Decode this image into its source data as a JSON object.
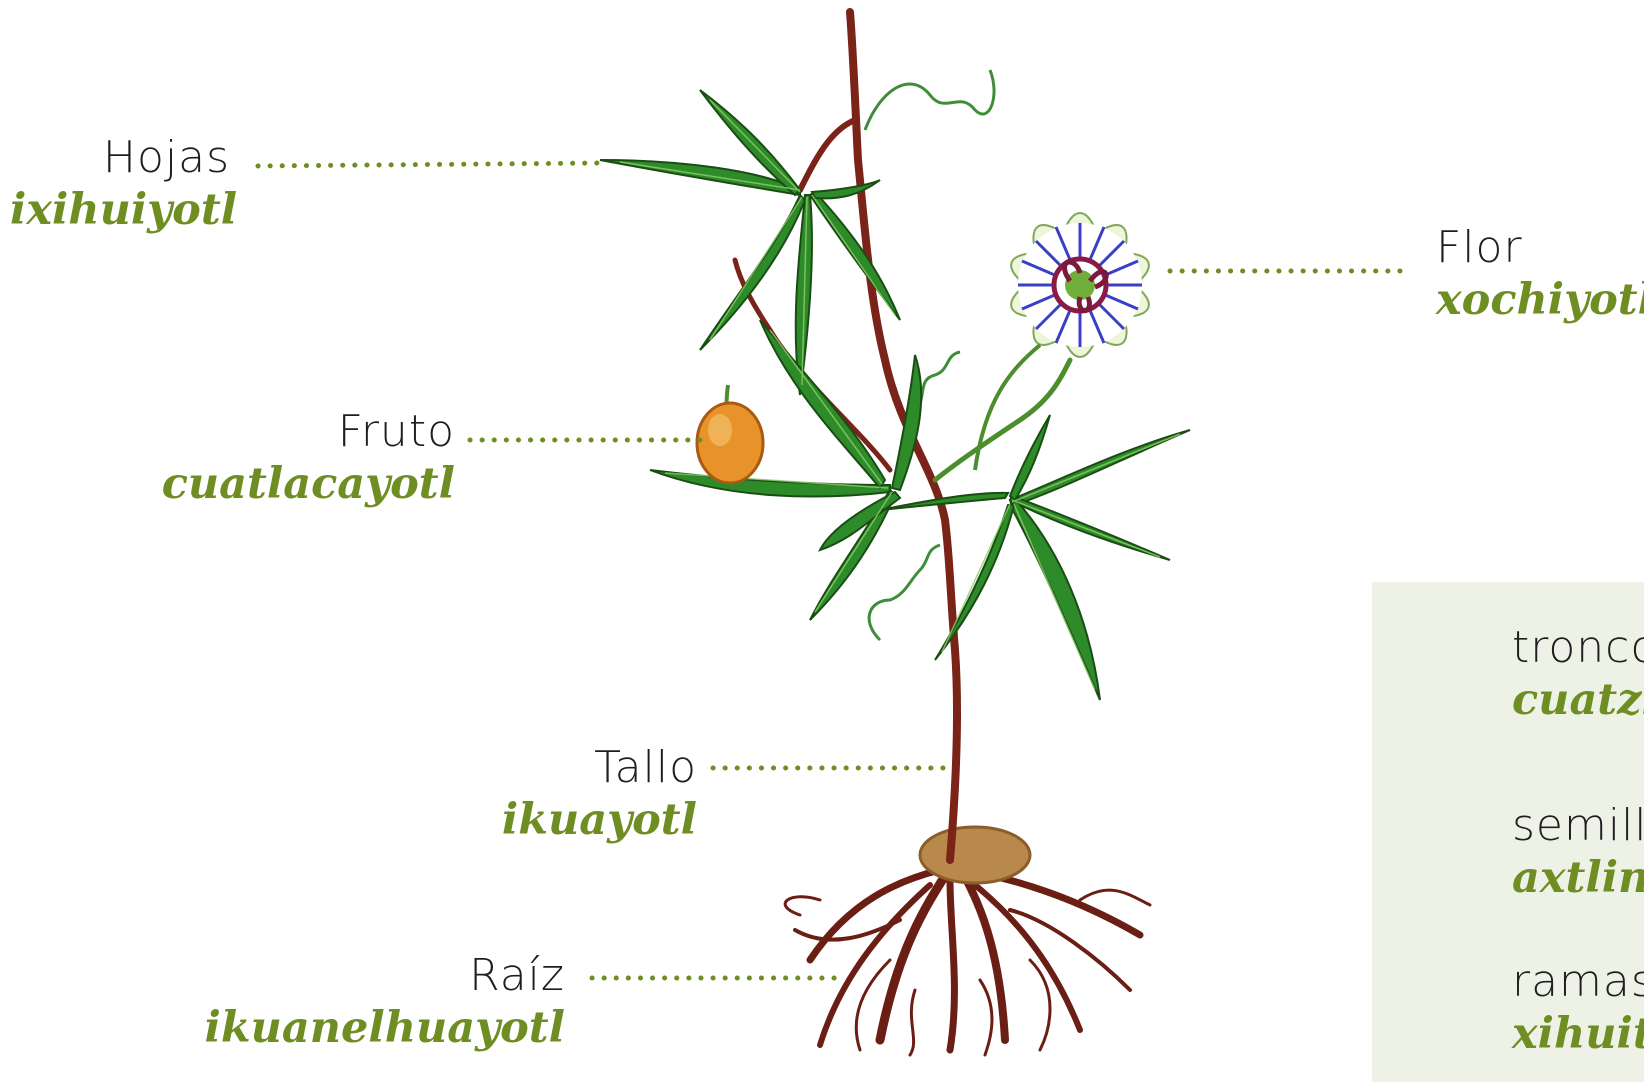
{
  "colors": {
    "nahuatl": "#6e8e23",
    "spanish": "#1e1e1e",
    "leader": "#6e8e23",
    "box": "#eef2e6",
    "leaf": "#2e7d22",
    "stem": "#7a2318",
    "fruit": "#e8922a",
    "flower": "#3a3fc4"
  },
  "labels": {
    "hojas": {
      "es": "Hojas",
      "na": "ixihuiyotl"
    },
    "fruto": {
      "es": "Fruto",
      "na": "cuatlacayotl"
    },
    "tallo": {
      "es": "Tallo",
      "na": "ikuayotl"
    },
    "raiz": {
      "es": "Raíz",
      "na": "ikuanelhuayotl"
    },
    "flor": {
      "es": "Flor",
      "na": "xochiyotl"
    }
  },
  "box": {
    "items": [
      {
        "es": "tronco",
        "na": "cuatzi"
      },
      {
        "es": "semill",
        "na": "axtlin"
      },
      {
        "es": "ramas",
        "na": "xihuit"
      }
    ]
  }
}
